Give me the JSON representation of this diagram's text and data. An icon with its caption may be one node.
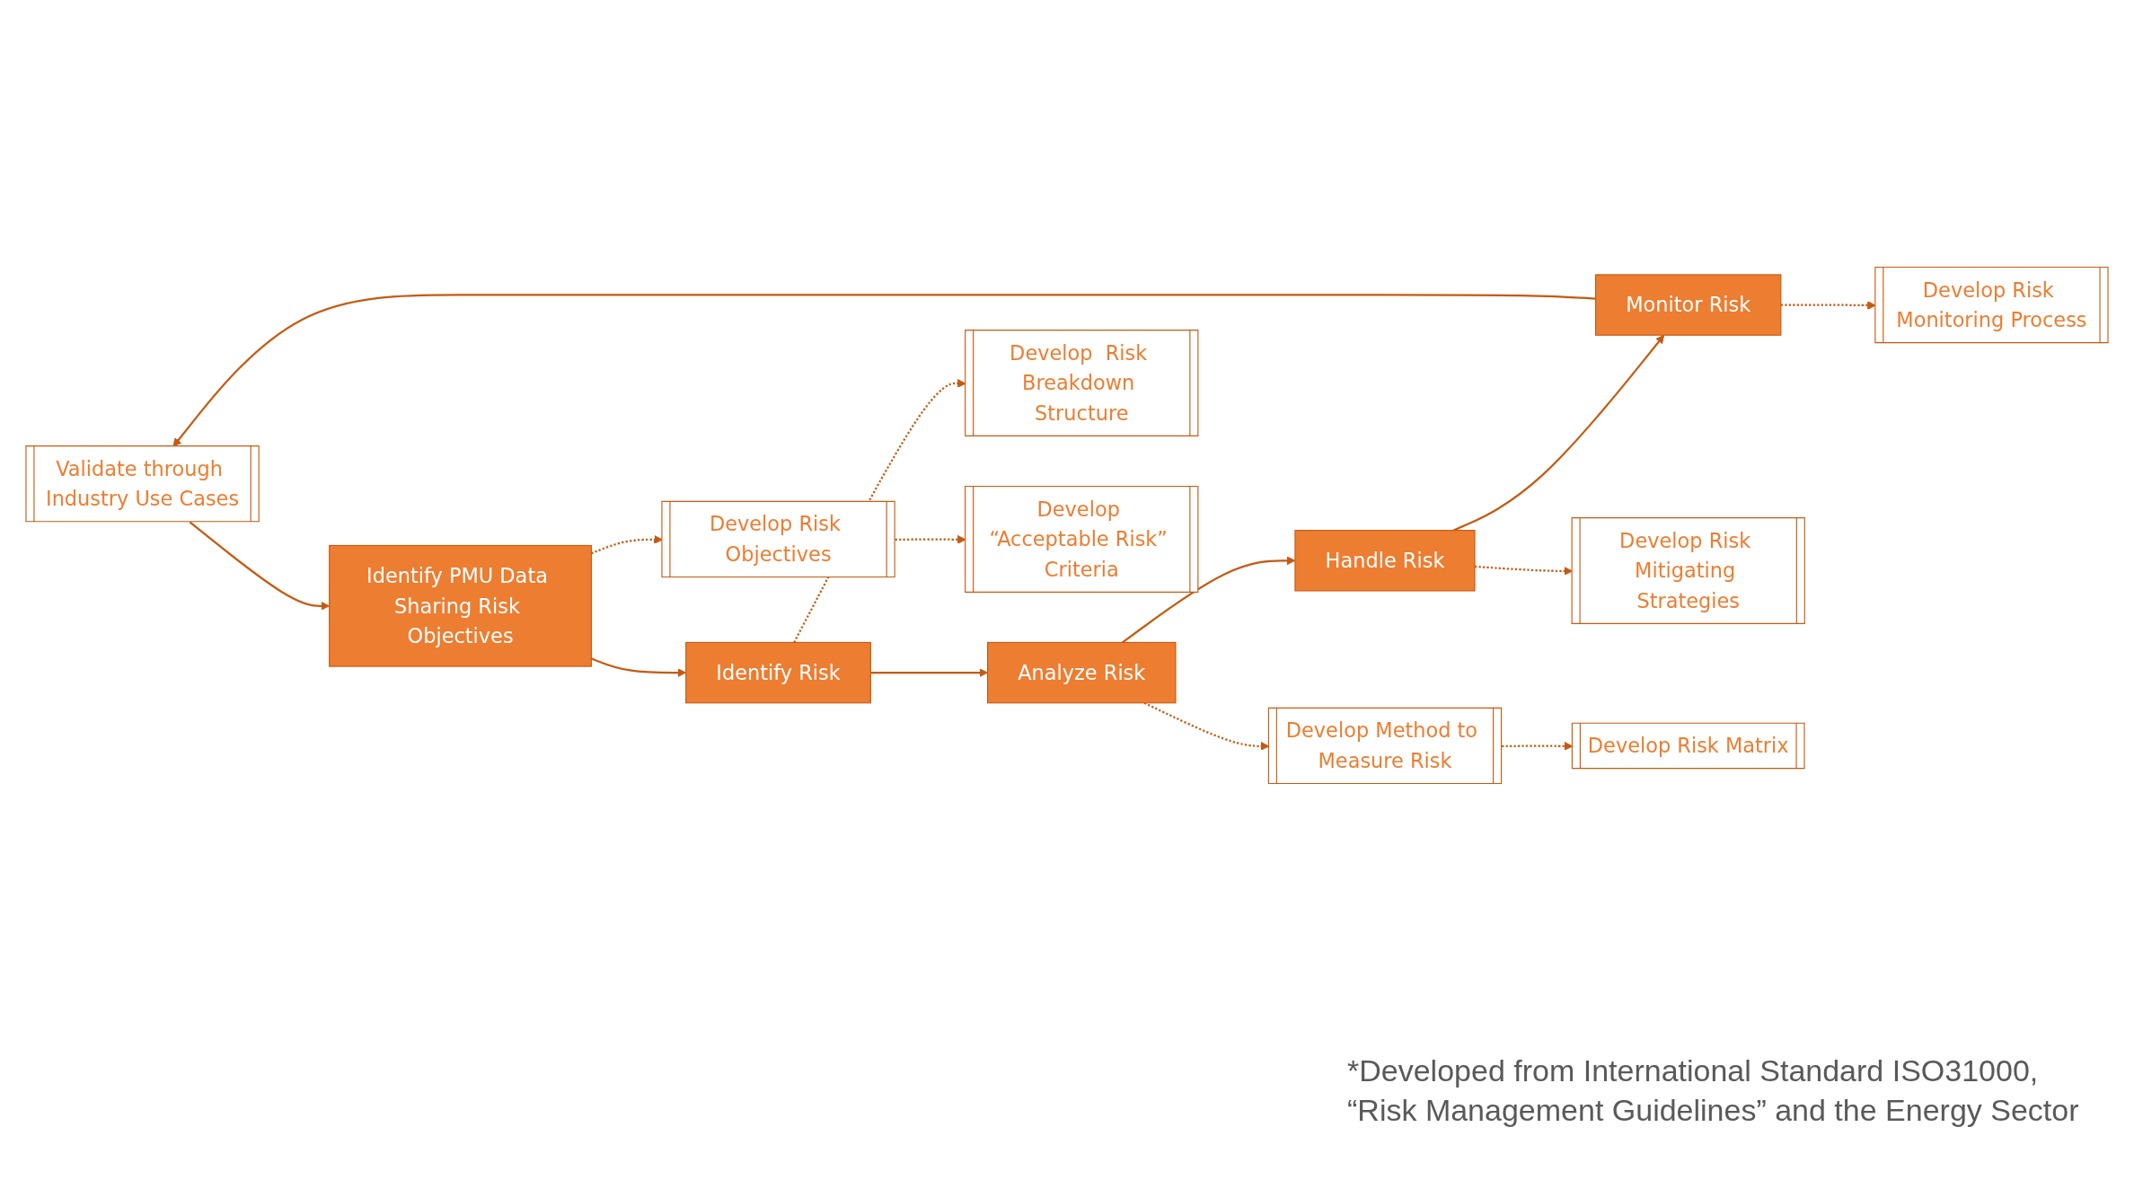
{
  "diagram": {
    "nodes": [
      {
        "text": [
          "Validate through Industry Use Cases"
        ]
      },
      {
        "text": [
          "Identify PMU Data Sharing Risk Objectives"
        ]
      },
      {
        "text": [
          "Identify Risk"
        ]
      },
      {
        "text": [
          "Analyze Risk"
        ]
      },
      {
        "text": [
          "Handle Risk"
        ]
      },
      {
        "text": [
          "Monitor Risk"
        ]
      },
      {
        "text": [
          "Develop Risk Objectives"
        ]
      },
      {
        "text": [
          "Develop  Risk Breakdown Structure"
        ]
      },
      {
        "text": [
          "Develop Method to Measure Risk"
        ]
      },
      {
        "text": [
          "Develop Risk Mitigating Strategies"
        ]
      },
      {
        "text": [
          "Develop Risk Monitoring Process"
        ]
      },
      {
        "text": [
          "Develop “Acceptable Risk” Criteria"
        ]
      },
      {
        "text": [
          "Develop Risk Matrix"
        ]
      }
    ],
    "edges": [
      {
        "from": 0,
        "to": 1,
        "arrow": "to"
      },
      {
        "from": 1,
        "to": 2,
        "arrow": "to"
      },
      {
        "from": 2,
        "to": 3,
        "arrow": "to"
      },
      {
        "from": 3,
        "to": 4,
        "arrow": "to"
      },
      {
        "from": 4,
        "to": 5,
        "arrow": "to"
      },
      {
        "from": 5,
        "to": 0,
        "arrow": "to"
      },
      {
        "from": 1,
        "to": 6,
        "arrow": "to",
        "style": "dashed"
      },
      {
        "from": 2,
        "to": 7,
        "arrow": "to",
        "style": "dashed"
      },
      {
        "from": 3,
        "to": 8,
        "arrow": "to",
        "style": "dashed"
      },
      {
        "from": 4,
        "to": 9,
        "arrow": "to",
        "style": "dashed"
      },
      {
        "from": 5,
        "to": 10,
        "arrow": "to",
        "style": "dashed"
      },
      {
        "from": 6,
        "to": 11,
        "arrow": "to",
        "style": "dashed"
      },
      {
        "from": 8,
        "to": 12,
        "arrow": "to",
        "style": "dashed"
      }
    ],
    "labels": [
      "*Developed from International Standard ISO31000, “Risk Management Guidelines” and the Energy Sector"
    ]
  }
}
